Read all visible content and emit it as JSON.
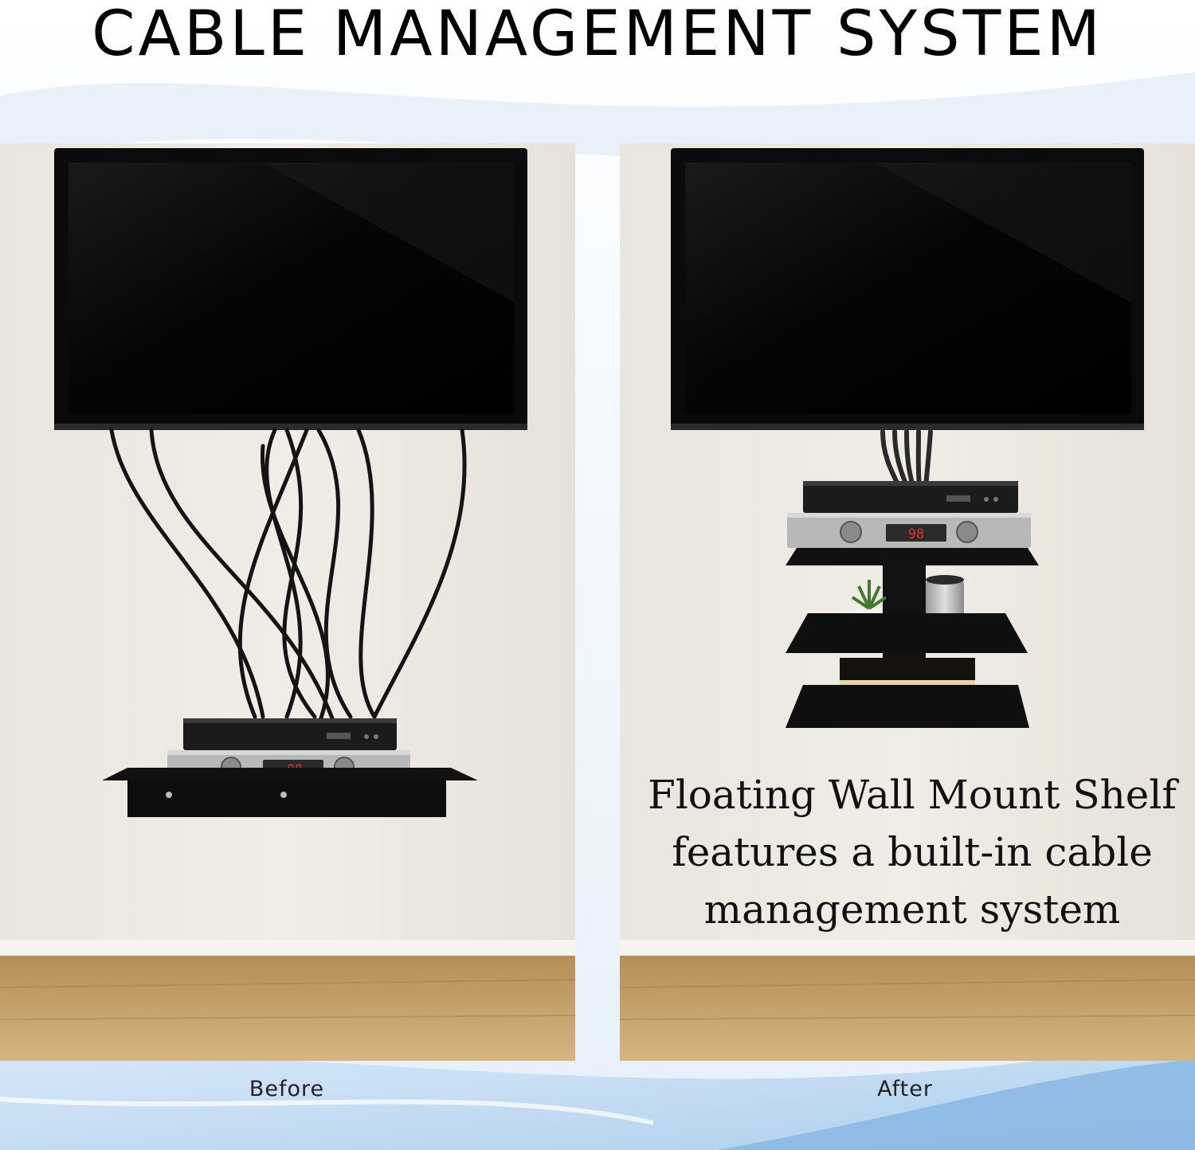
{
  "heading": "CABLE MANAGEMENT SYSTEM",
  "caption": {
    "line1": "Floating Wall Mount Shelf",
    "line2": "features a built-in cable",
    "line3": "management system"
  },
  "labels": {
    "before": "Before",
    "after": "After"
  },
  "receiver_display": "98",
  "colors": {
    "wall": "#ece8e0",
    "floor": "#c9a56e",
    "tv": "#050505",
    "shelf": "#0e0e0e",
    "heading": "#000000"
  }
}
